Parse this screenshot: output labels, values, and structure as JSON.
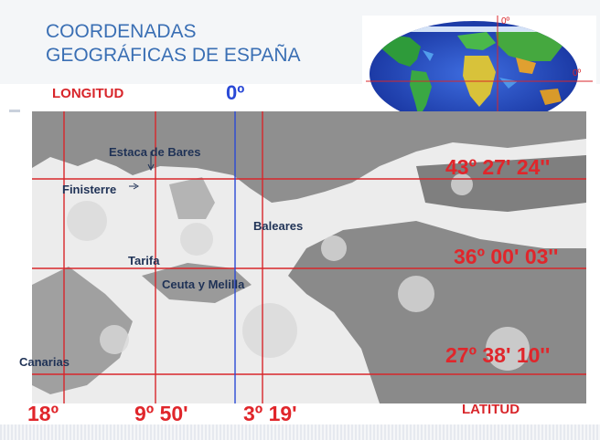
{
  "title": {
    "line1": "COORDENADAS",
    "line2": "GEOGRÁFICAS DE ESPAÑA"
  },
  "globe": {
    "meridian_label": "0º",
    "equator_label": "0º"
  },
  "headers": {
    "longitud": "LONGITUD",
    "prime_meridian": "0º",
    "latitud": "LATITUD"
  },
  "latitudes": [
    {
      "label": "43º 27' 24''"
    },
    {
      "label": "36º 00' 03''"
    },
    {
      "label": "27º 38' 10''"
    }
  ],
  "longitudes": [
    {
      "label": "18º"
    },
    {
      "label": "9º 50'"
    },
    {
      "label": "3º 19'"
    }
  ],
  "places": {
    "estaca": "Estaca de Bares",
    "finisterre": "Finisterre",
    "baleares": "Baleares",
    "tarifa": "Tarifa",
    "ceuta": "Ceuta y Melilla",
    "canarias": "Canarias"
  },
  "colors": {
    "title": "#3a6fb4",
    "grid_red": "#d8262b",
    "meridian_blue": "#2a49d6",
    "land": "#8a8a8a",
    "sea": "#ececec"
  }
}
